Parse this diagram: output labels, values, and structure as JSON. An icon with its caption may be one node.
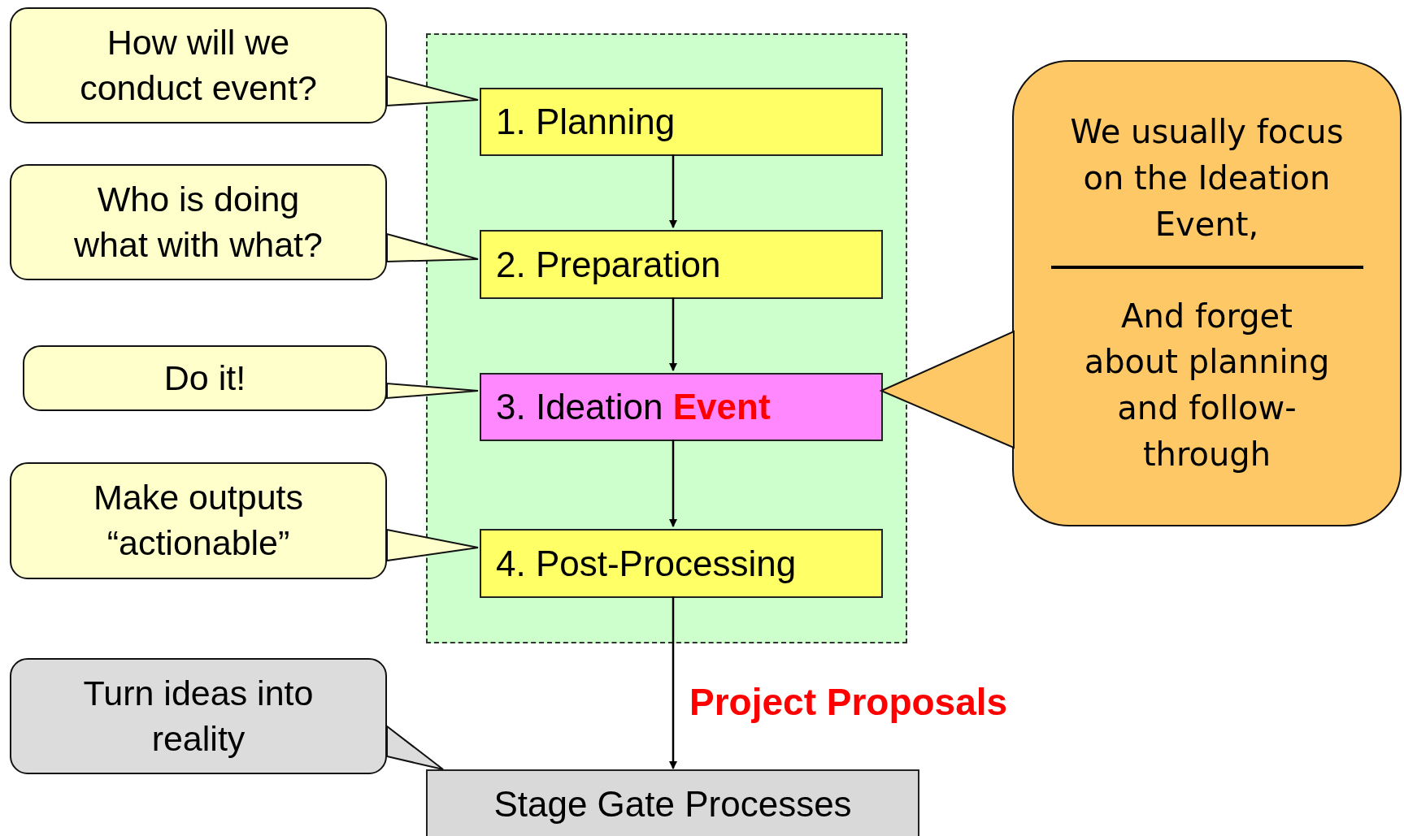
{
  "diagram": {
    "nodes": [
      {
        "text": [],
        "shape": "box"
      },
      {
        "text": [
          "1. Planning"
        ],
        "in": 0
      },
      {
        "text": [
          "2. Preparation"
        ],
        "in": 0
      },
      {
        "text": [
          "3. Ideation **Event**"
        ],
        "in": 0
      },
      {
        "text": [
          "4. Post-Processing"
        ],
        "in": 0
      },
      {
        "text": [
          "Stage Gate Processes"
        ]
      },
      {
        "text": [
          "How will we conduct event?"
        ]
      },
      {
        "text": [
          "Who is doing what with what?"
        ]
      },
      {
        "text": [
          "Do it!"
        ]
      },
      {
        "text": [
          "Make outputs “actionable”"
        ]
      },
      {
        "text": [
          "Turn ideas into reality"
        ]
      },
      {
        "text": [
          "We usually focus on the Ideation Event,",
          "And forget about planning and follow-through"
        ]
      }
    ],
    "edges": [
      {
        "from": 1,
        "to": 2,
        "arrow": "to"
      },
      {
        "from": 2,
        "to": 3,
        "arrow": "to"
      },
      {
        "from": 3,
        "to": 4,
        "arrow": "to"
      },
      {
        "from": 4,
        "to": 5,
        "arrow": "to",
        "label": "Project Proposals"
      },
      {
        "from": 6,
        "to": 1,
        "arrow": "none"
      },
      {
        "from": 7,
        "to": 2,
        "arrow": "none"
      },
      {
        "from": 8,
        "to": 3,
        "arrow": "none"
      },
      {
        "from": 9,
        "to": 4,
        "arrow": "none"
      },
      {
        "from": 10,
        "to": 5,
        "arrow": "to"
      },
      {
        "from": 11,
        "to": 3,
        "arrow": "to"
      }
    ]
  }
}
